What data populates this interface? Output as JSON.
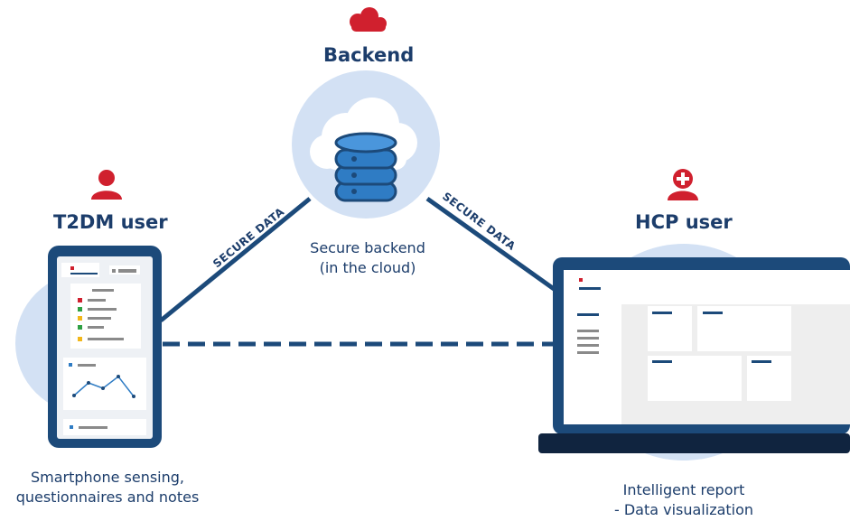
{
  "colors": {
    "navy": "#1c4a7a",
    "text": "#1c3d6b",
    "red": "#d0202e",
    "halo": "#d3e1f4",
    "db": "#2f7cc4",
    "green": "#2ea043",
    "yellow": "#f2b71a",
    "gray": "#8a8a8a"
  },
  "backend": {
    "icon": "cloud-icon",
    "title": "Backend",
    "caption_line1": "Secure backend",
    "caption_line2": "(in the cloud)"
  },
  "patient": {
    "icon": "user-icon",
    "title": "T2DM user",
    "caption_line1": "Smartphone sensing,",
    "caption_line2": "questionnaires and notes"
  },
  "clinician": {
    "icon": "medical-user-icon",
    "title": "HCP user",
    "caption_line1": "Intelligent report",
    "caption_line2": "- Data visualization"
  },
  "links": {
    "left_label": "SECURE DATA",
    "right_label": "SECURE DATA"
  }
}
